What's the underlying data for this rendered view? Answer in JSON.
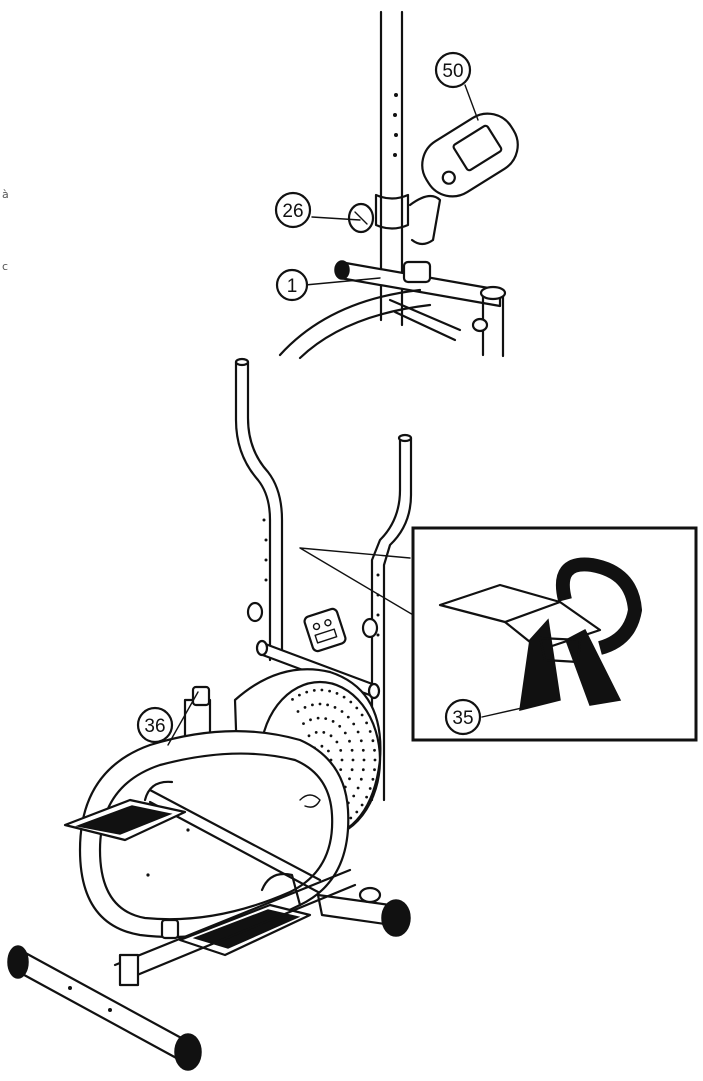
{
  "callouts": {
    "part_50": "50",
    "part_26": "26",
    "part_1": "1",
    "part_36": "36",
    "part_35": "35"
  },
  "margin_marks": {
    "mark_a": "à",
    "mark_b": "c"
  },
  "colors": {
    "ink": "#111111",
    "paper": "#ffffff"
  }
}
